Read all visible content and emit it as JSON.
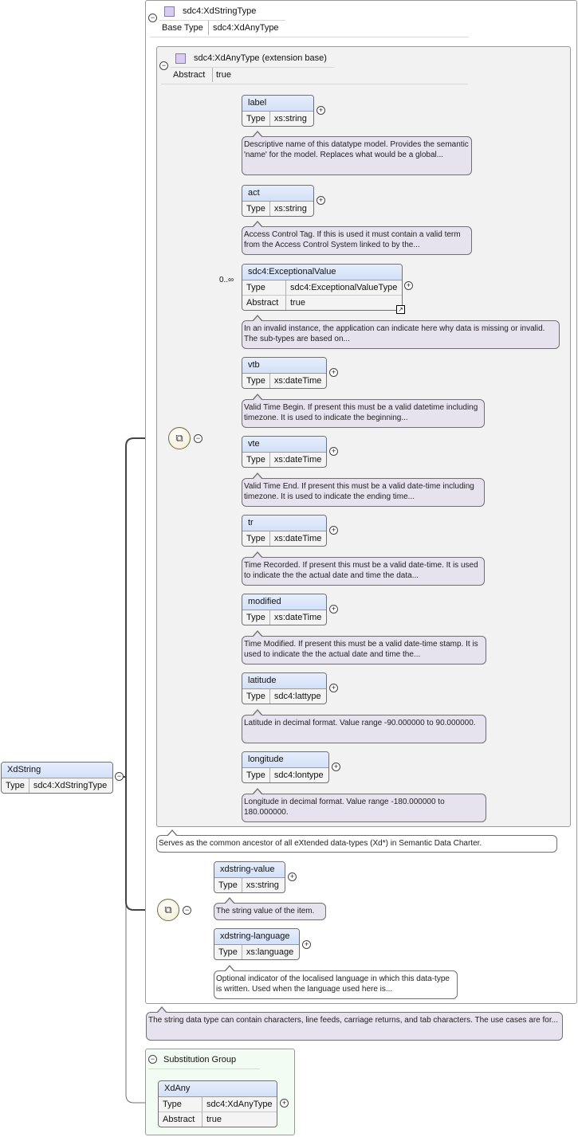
{
  "colors": {
    "header": "#d3e0f7",
    "note": "#e6e2ee",
    "substitution_bg": "#f3fcf2",
    "line": "#707070"
  },
  "root": {
    "name": "XdString",
    "type_key": "Type",
    "type_value": "sdc4:XdStringType"
  },
  "complex_type": {
    "name": "sdc4:XdStringType",
    "base_key": "Base Type",
    "base_value": "sdc4:XdAnyType"
  },
  "extension": {
    "name": "sdc4:XdAnyType (extension base)",
    "abstract_key": "Abstract",
    "abstract_value": "true"
  },
  "elements": [
    {
      "name": "label",
      "type_key": "Type",
      "type": "xs:string",
      "doc": "Descriptive name of this datatype model. Provides the semantic 'name' for the model. Replaces what would be a global..."
    },
    {
      "name": "act",
      "type_key": "Type",
      "type": "xs:string",
      "doc": "Access Control Tag. If this is used it must contain a valid term from the Access Control System linked to by the..."
    },
    {
      "name": "sdc4:ExceptionalValue",
      "type_key": "Type",
      "type": "sdc4:ExceptionalValueType",
      "abstract_key": "Abstract",
      "abstract": "true",
      "cardinality": "0..∞",
      "doc": "In an invalid instance, the application can indicate here why data is missing or invalid. The sub-types are based on..."
    },
    {
      "name": "vtb",
      "type_key": "Type",
      "type": "xs:dateTime",
      "doc": "Valid Time Begin. If present this must be a valid datetime including timezone. It is used to indicate the beginning..."
    },
    {
      "name": "vte",
      "type_key": "Type",
      "type": "xs:dateTime",
      "doc": "Valid Time End. If present this must be a valid date-time including timezone. It is used to indicate the ending time..."
    },
    {
      "name": "tr",
      "type_key": "Type",
      "type": "xs:dateTime",
      "doc": "Time Recorded. If present this must be a valid date-time. It is used to indicate the the actual date and time the data..."
    },
    {
      "name": "modified",
      "type_key": "Type",
      "type": "xs:dateTime",
      "doc": "Time Modified. If present this must be a valid date-time stamp. It is used to indicate the the actual date and time the..."
    },
    {
      "name": "latitude",
      "type_key": "Type",
      "type": "sdc4:lattype",
      "doc": "Latitude in decimal format. Value range -90.000000 to 90.000000."
    },
    {
      "name": "longitude",
      "type_key": "Type",
      "type": "sdc4:lontype",
      "doc": "Longitude in decimal format. Value range -180.000000 to 180.000000."
    }
  ],
  "xdany_doc": "Serves as the common ancestor of all eXtended data-types (Xd*) in Semantic Data Charter.",
  "extension_elements": [
    {
      "name": "xdstring-value",
      "type_key": "Type",
      "type": "xs:string",
      "doc": "The string value of the item."
    },
    {
      "name": "xdstring-language",
      "type_key": "Type",
      "type": "xs:language",
      "doc": "Optional indicator of the localised language in which this data-type is written. Used when the language used here is..."
    }
  ],
  "xdstring_doc": "The string data type can contain characters, line feeds, carriage returns, and tab characters. The use cases are for...",
  "substitution": {
    "title": "Substitution Group",
    "name": "XdAny",
    "type_key": "Type",
    "type": "sdc4:XdAnyType",
    "abstract_key": "Abstract",
    "abstract": "true"
  },
  "icons": {
    "collapse": "minus-circle-icon",
    "expand": "plus-circle-icon",
    "sequence": "sequence-icon",
    "complex_type": "complex-type-icon",
    "link": "arrow-link-icon"
  }
}
